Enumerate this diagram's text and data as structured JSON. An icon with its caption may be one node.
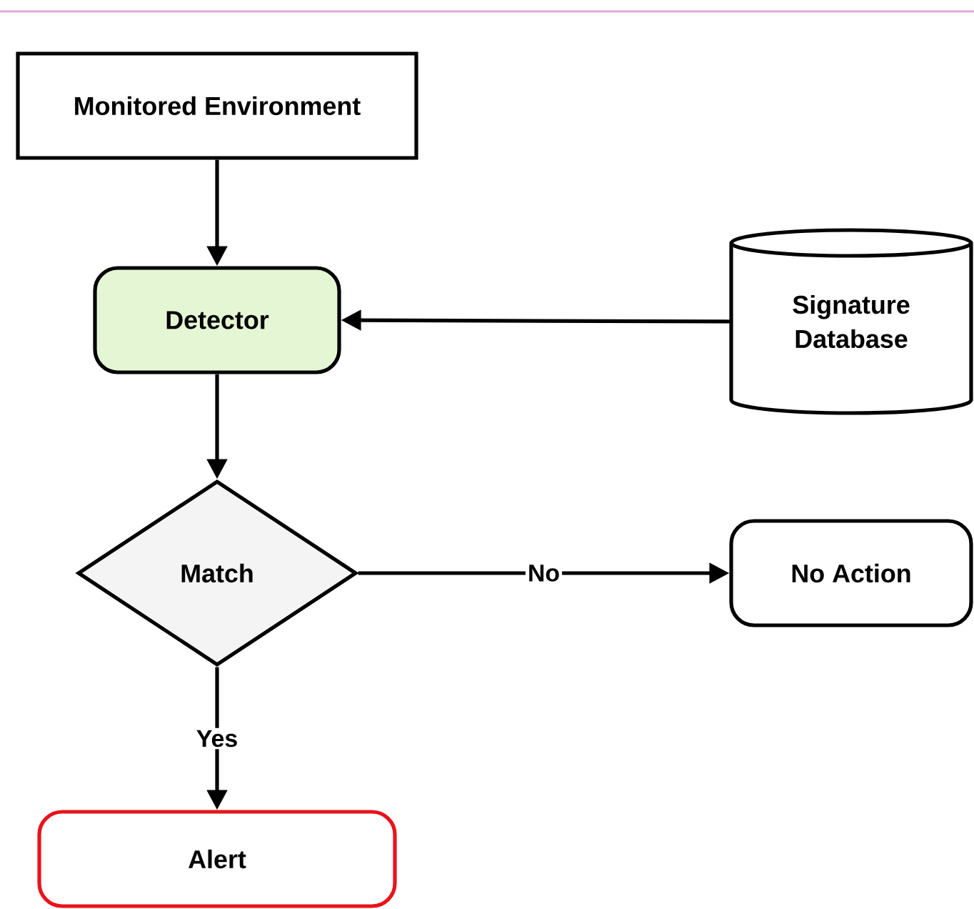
{
  "diagram": {
    "nodes": [
      {
        "text": [
          "Monitored Environment"
        ]
      },
      {
        "text": [
          "Detector"
        ]
      },
      {
        "text": [
          "Signature Database"
        ]
      },
      {
        "text": [
          "Match"
        ]
      },
      {
        "text": [
          "No Action"
        ]
      },
      {
        "text": [
          "Alert"
        ]
      }
    ],
    "edges": [
      {
        "from": 0,
        "to": 1,
        "arrow": "to"
      },
      {
        "from": 2,
        "to": 1,
        "arrow": "to"
      },
      {
        "from": 1,
        "to": 3,
        "arrow": "to"
      },
      {
        "from": 3,
        "to": 4,
        "arrow": "to",
        "label": "No"
      },
      {
        "from": 3,
        "to": 5,
        "arrow": "to",
        "label": "Yes"
      }
    ]
  }
}
